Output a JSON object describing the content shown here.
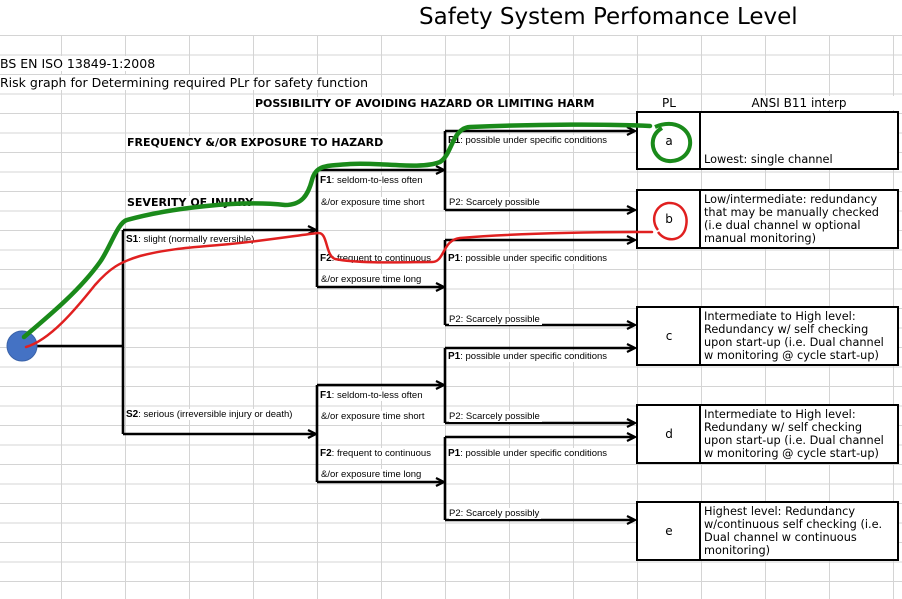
{
  "title": "Safety System Perfomance Level",
  "standard": "BS EN ISO 13849-1:2008",
  "subtitle": "Risk graph for Determining required PLr for safety function",
  "headers": {
    "possibility": "POSSIBILITY OF AVOIDING HAZARD OR LIMITING HARM",
    "frequency": "FREQUENCY &/OR EXPOSURE TO HAZARD",
    "severity": "SEVERITY OF INJURY",
    "pl": "PL",
    "ansi": "ANSI B11 interp"
  },
  "severity": [
    {
      "code": "S1",
      "text": ": slight (normally reversible)"
    },
    {
      "code": "S2",
      "text": ": serious (irreversible injury or death)"
    }
  ],
  "frequency": [
    {
      "code": "F1",
      "text": ": seldom-to-less often",
      "sub": "&/or exposure time short"
    },
    {
      "code": "F2",
      "text": ": frequent to continuous",
      "sub": "&/or exposure time long"
    },
    {
      "code": "F1",
      "text": ": seldom-to-less often",
      "sub": "&/or exposure time short"
    },
    {
      "code": "F2",
      "text": ": frequent to continuous",
      "sub": "&/or exposure time long"
    }
  ],
  "possibility": [
    {
      "p1_code": "P1",
      "p1": ": possible under specific conditions",
      "p2": "P2: Scarcely possible"
    },
    {
      "p1_code": "P1",
      "p1": ": possible under specific conditions",
      "p2": "P2: Scarcely possible"
    },
    {
      "p1_code": "P1",
      "p1": ": possible under specific conditions",
      "p2": "P2: Scarcely possible"
    },
    {
      "p1_code": "P1",
      "p1": ": possible under specific conditions",
      "p2": "P2: Scarcely possibly"
    }
  ],
  "levels": [
    {
      "pl": "a",
      "ansi": "Lowest: single channel"
    },
    {
      "pl": "b",
      "ansi": "Low/intermediate: redundancy that may be manually checked (i.e dual channel w optional manual monitoring)"
    },
    {
      "pl": "c",
      "ansi": "Intermediate to High level: Redundancy w/ self checking upon start-up (i.e. Dual channel w monitoring @ cycle start-up)"
    },
    {
      "pl": "d",
      "ansi": "Intermediate to High level: Redundany w/ self checking upon start-up (i.e. Dual channel w monitoring @ cycle start-up)"
    },
    {
      "pl": "e",
      "ansi": "Highest level: Redundancy w/continuous self checking (i.e. Dual channel w continuous monitoring)"
    }
  ],
  "annotations": {
    "green_path_to": "a",
    "red_path_to": "b",
    "green": "#1a8a1a",
    "red": "#e02020",
    "start_node": "#4472c4"
  }
}
